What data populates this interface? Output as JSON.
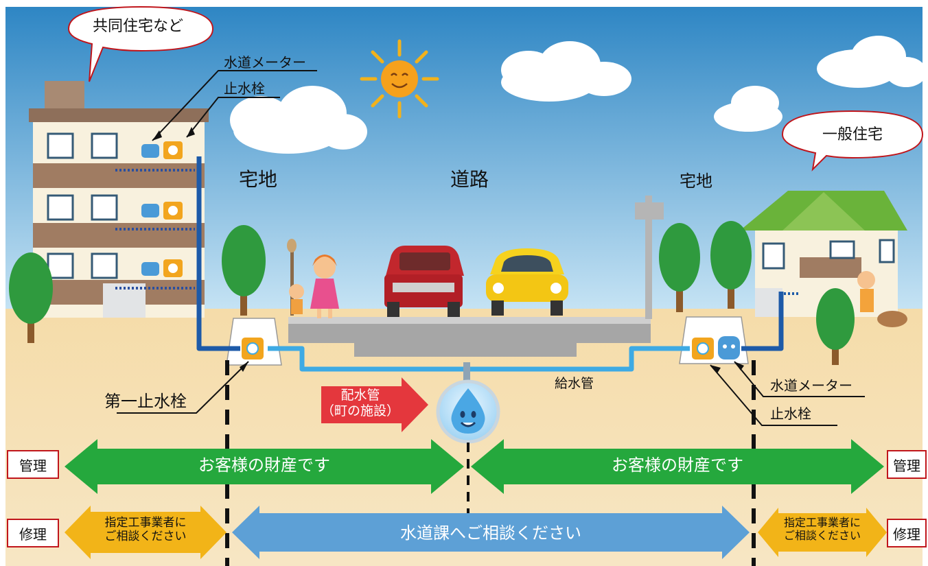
{
  "balloons": {
    "apartment": "共同住宅など",
    "house": "一般住宅"
  },
  "zones": {
    "left_lot": "宅地",
    "road": "道路",
    "right_lot": "宅地"
  },
  "left_labels": {
    "meter": "水道メーター",
    "stopcock": "止水栓",
    "first_stopcock": "第一止水栓"
  },
  "right_labels": {
    "meter": "水道メーター",
    "stopcock": "止水栓"
  },
  "pipes": {
    "service": "給水管",
    "main_line1": "配水管",
    "main_line2": "（町の施設）"
  },
  "management": {
    "label": "管理",
    "left_text": "お客様の財産です",
    "right_text": "お客様の財産です"
  },
  "repair": {
    "label": "修理",
    "contractor_line1": "指定工事業者に",
    "contractor_line2": "ご相談ください",
    "center_text": "水道課へご相談ください"
  },
  "colors": {
    "sky": "#3f96cc",
    "ground": "#f3d39d",
    "pipe_dark": "#1d5aa8",
    "pipe_light": "#3eaae4",
    "management_arrow": "#25a83d",
    "repair_side_arrow": "#f2b418",
    "repair_center_arrow": "#5da0d6",
    "main_arrow": "#e4373d",
    "label_border": "#c0151b"
  }
}
